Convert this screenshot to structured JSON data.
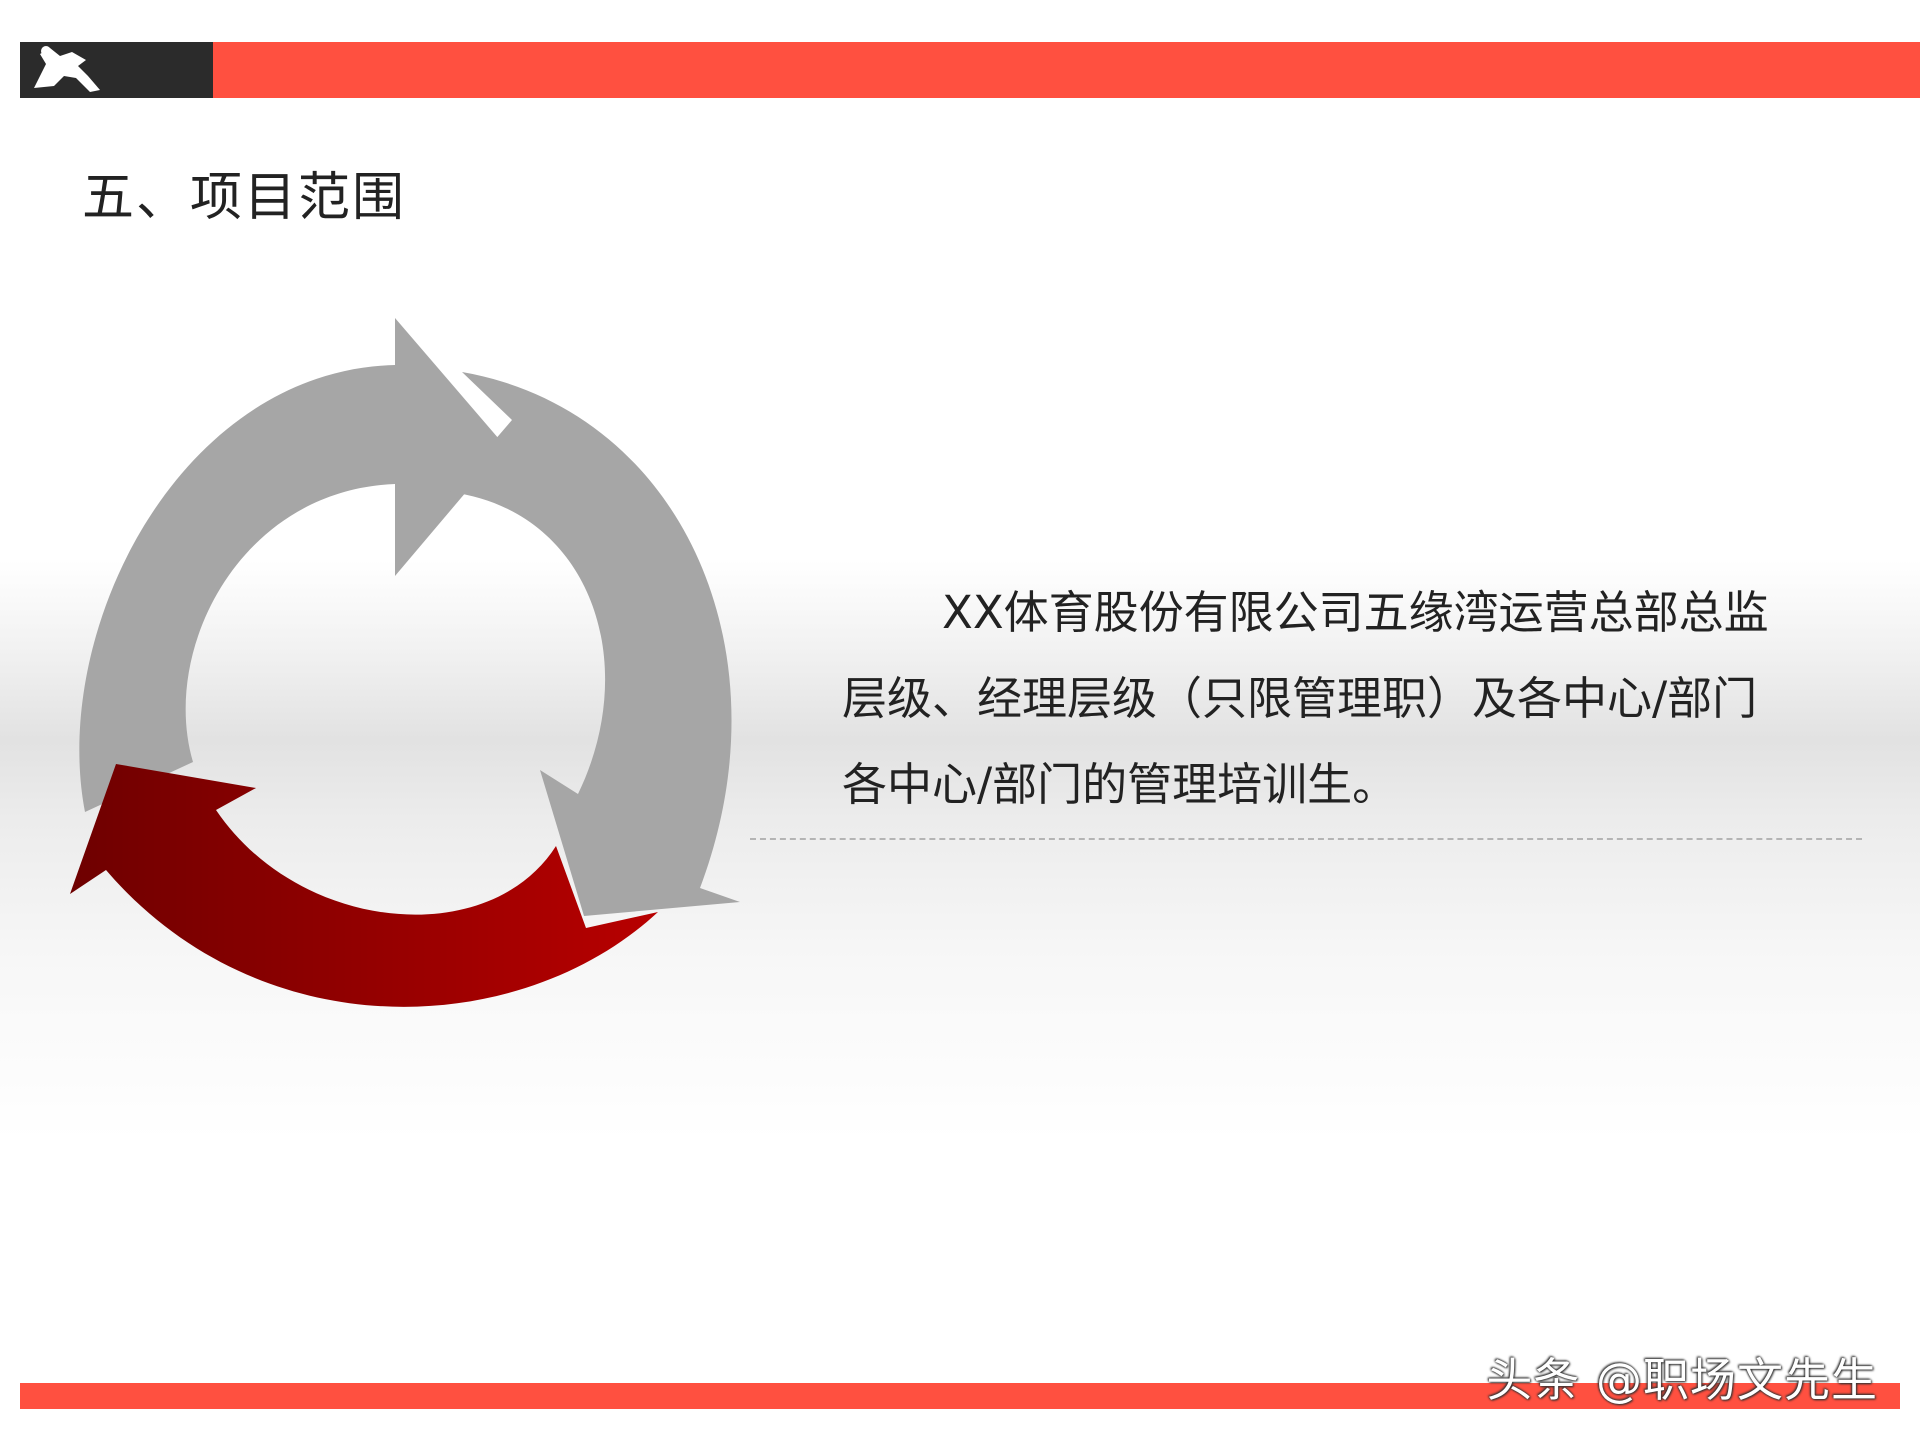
{
  "header": {
    "logo_icon": "athlete-silhouette-icon",
    "accent_color": "#ff5040",
    "logo_bg_color": "#2b2b2b"
  },
  "slide": {
    "title": "五、项目范围"
  },
  "diagram": {
    "type": "cycle-arrows",
    "arrow_count": 3,
    "colors": {
      "gray": "#a6a6a6",
      "red_dark": "#6e0000",
      "red_light": "#b80000"
    }
  },
  "content": {
    "description": "XX体育股份有限公司五缘湾运营总部总监层级、经理层级（只限管理职）及各中心/部门各中心/部门的管理培训生。"
  },
  "watermark": {
    "text": "头条 @职场文先生"
  }
}
